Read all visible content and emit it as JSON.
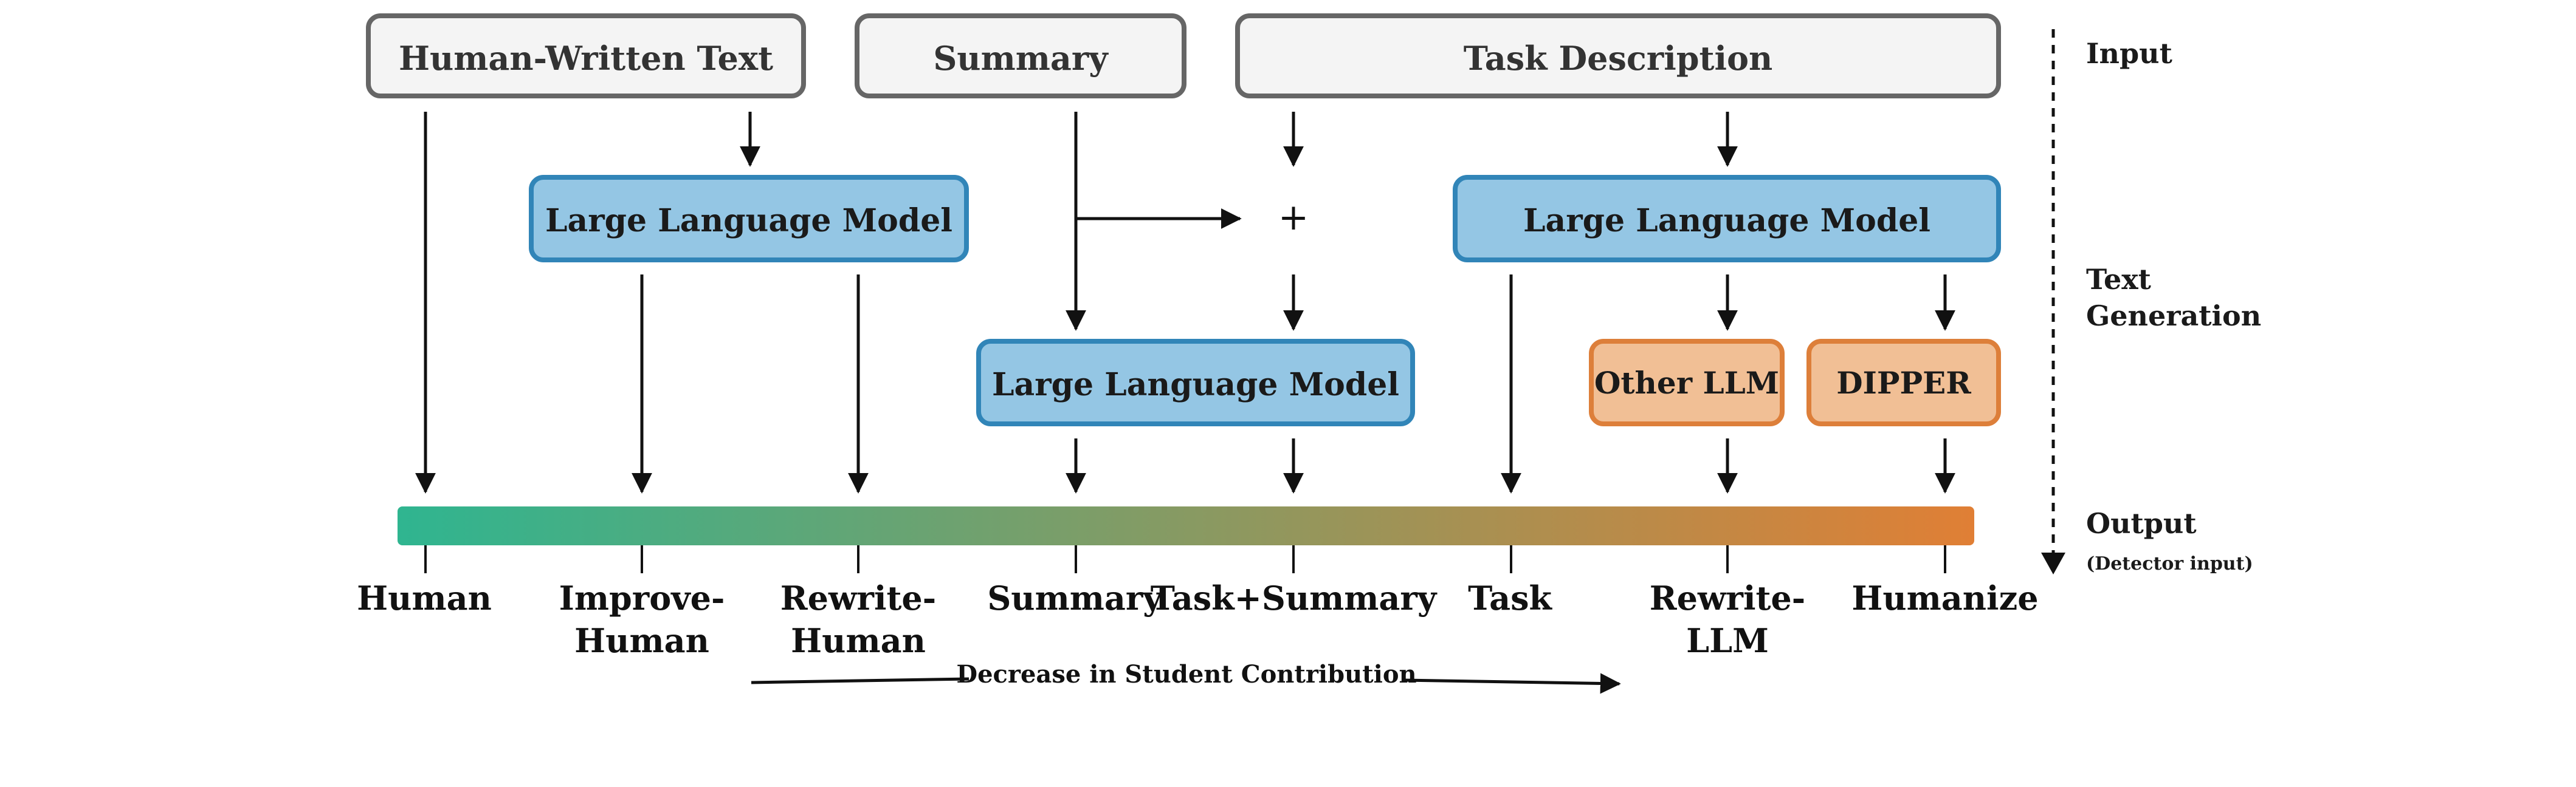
{
  "inputs": {
    "human_text": "Human-Written Text",
    "summary": "Summary",
    "task": "Task Description"
  },
  "models": {
    "llm_left": "Large Language Model",
    "llm_middle": "Large Language Model",
    "llm_right": "Large Language Model",
    "other_llm": "Other LLM",
    "dipper": "DIPPER"
  },
  "operators": {
    "plus": "+"
  },
  "stages": {
    "input": "Input",
    "text_generation_line1": "Text",
    "text_generation_line2": "Generation",
    "output": "Output",
    "output_sub": "(Detector input)"
  },
  "conditions": [
    {
      "lines": [
        "Human"
      ]
    },
    {
      "lines": [
        "Improve-",
        "Human"
      ]
    },
    {
      "lines": [
        "Rewrite-",
        "Human"
      ]
    },
    {
      "lines": [
        "Summary"
      ]
    },
    {
      "lines": [
        "Task+Summary"
      ]
    },
    {
      "lines": [
        "Task"
      ]
    },
    {
      "lines": [
        "Rewrite-",
        "LLM"
      ]
    },
    {
      "lines": [
        "Humanize"
      ]
    }
  ],
  "contribution_label": "Decrease in Student Contribution",
  "colors": {
    "input_fill": "#f4f4f4",
    "input_stroke": "#666666",
    "llm_fill": "#94c6e4",
    "llm_stroke": "#3185b8",
    "alt_fill": "#f1bf95",
    "alt_stroke": "#dd7f3a",
    "gradient_start": "#2fb590",
    "gradient_end": "#e07f35"
  }
}
